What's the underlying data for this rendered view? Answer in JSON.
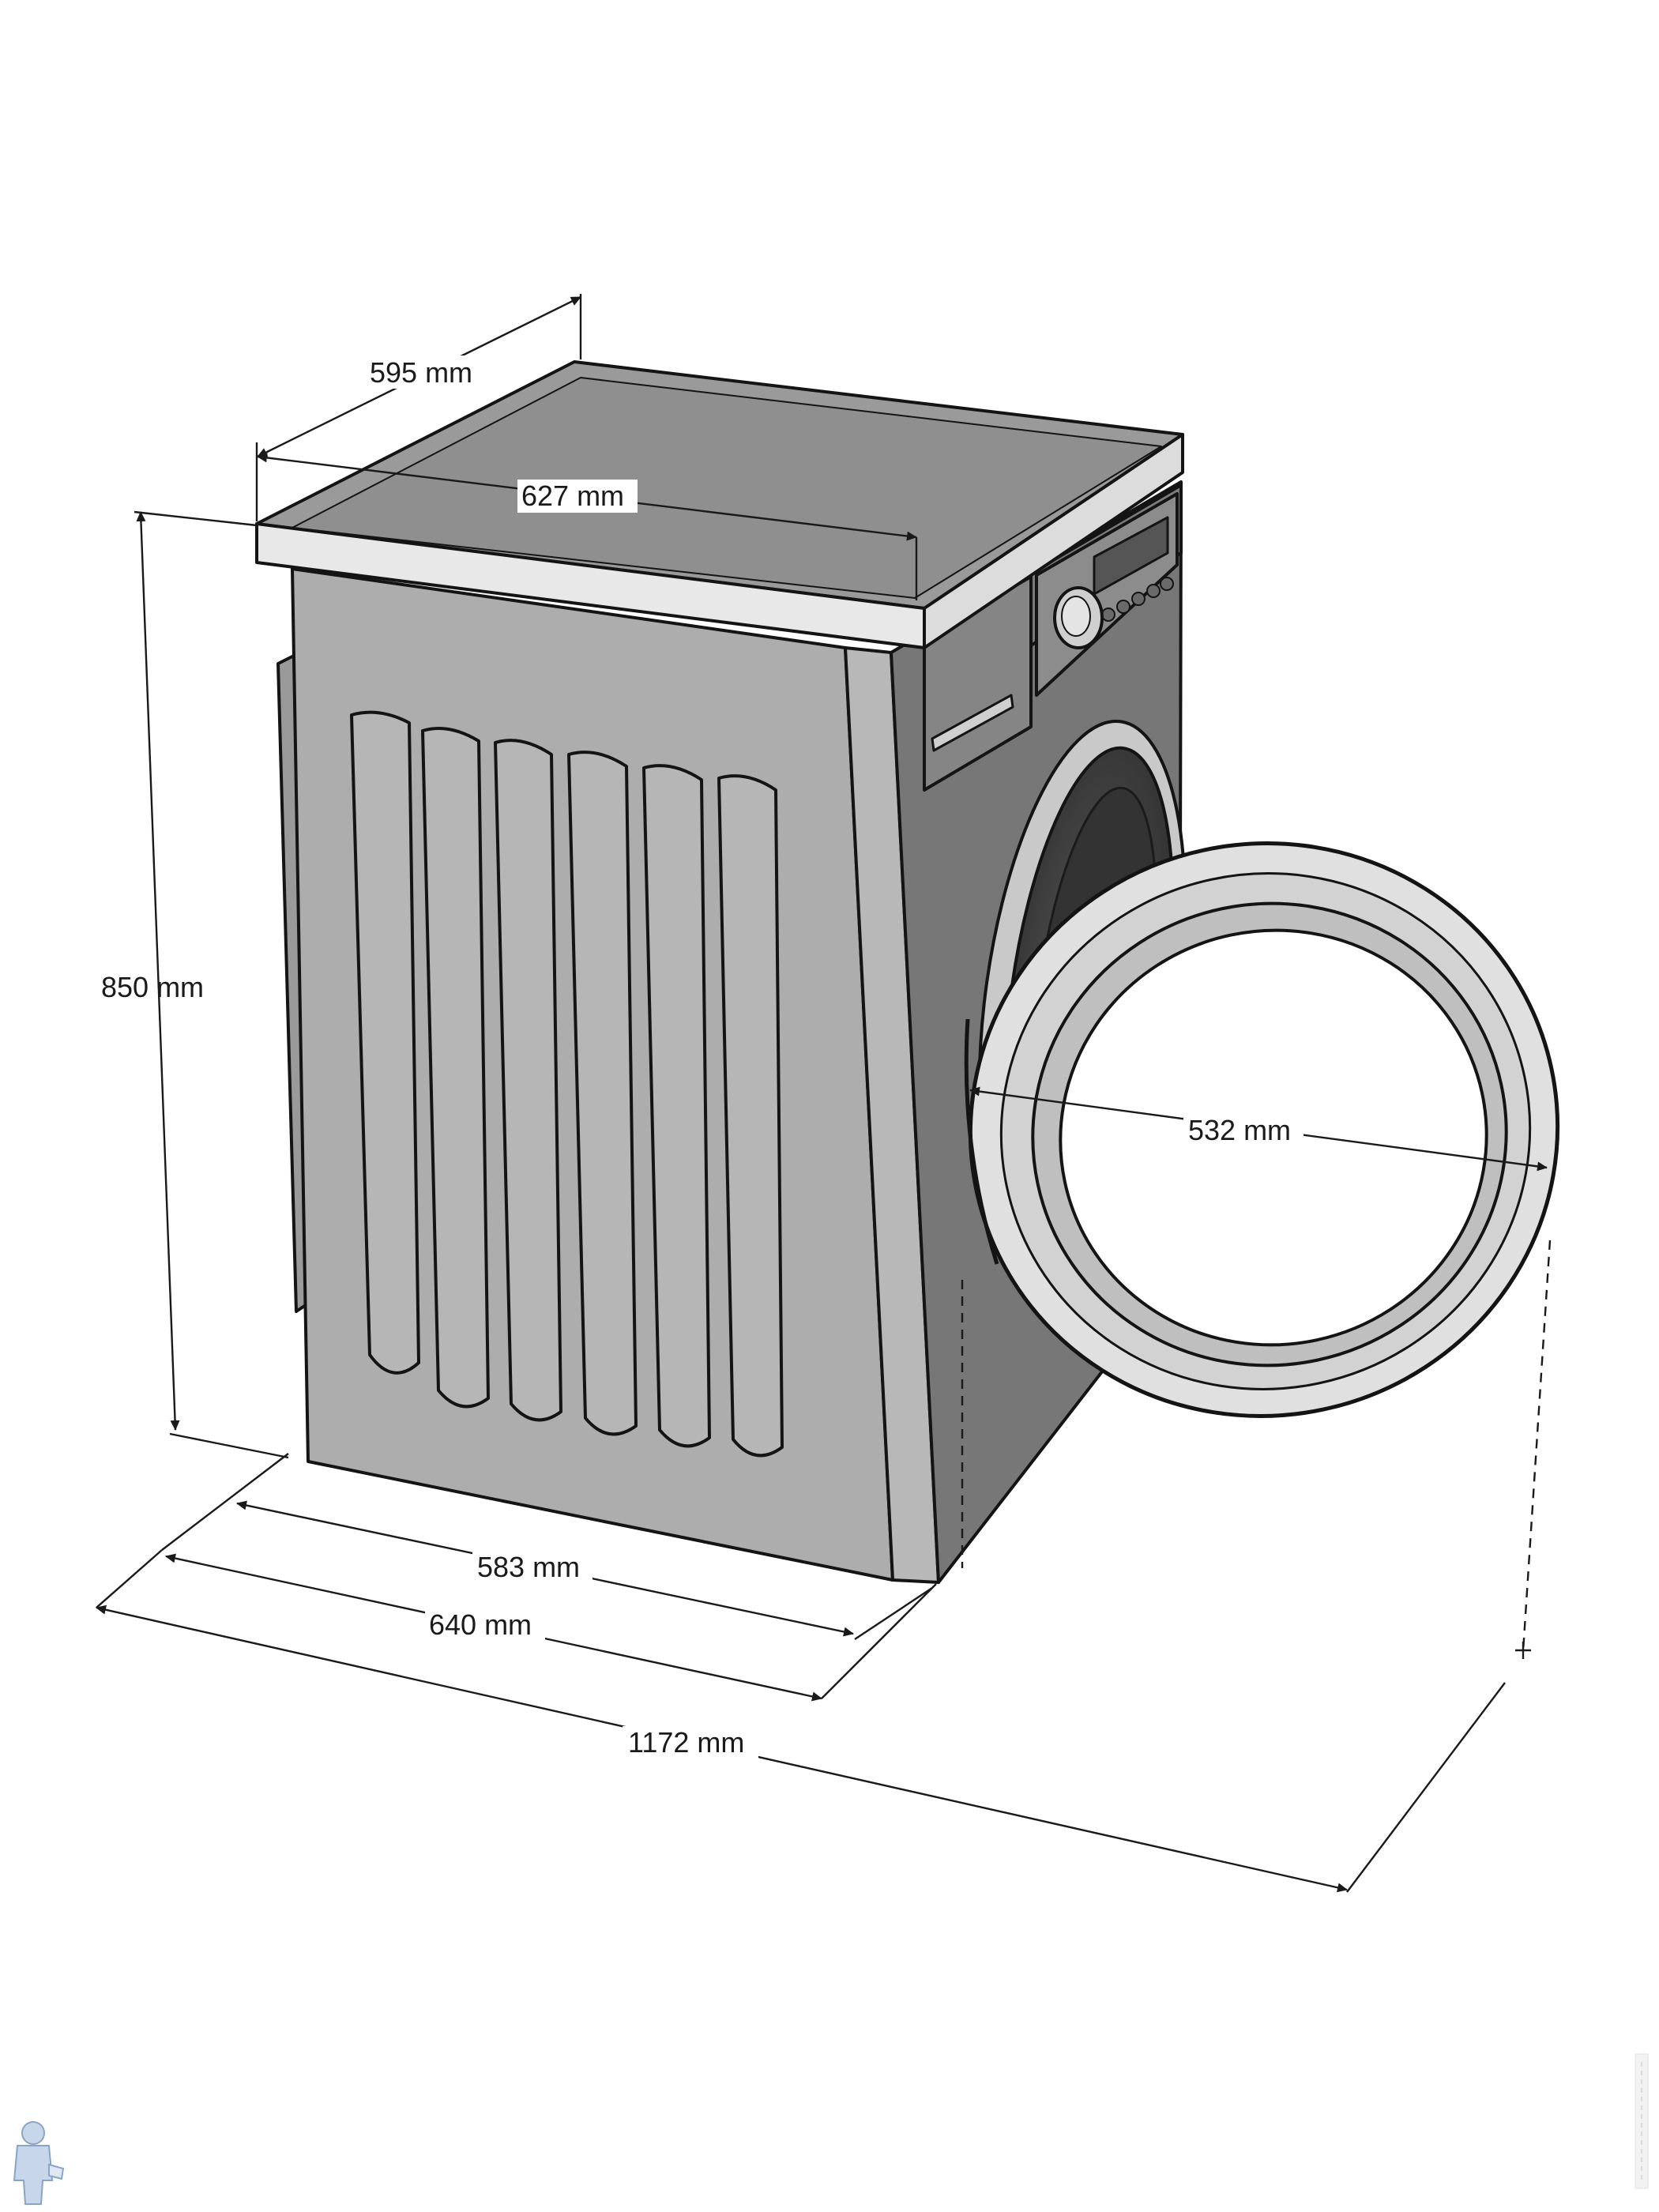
{
  "diagram": {
    "subject": "front-loading washing machine with open door, dimension drawing",
    "colors": {
      "body": "#adadad",
      "body_shade": "#8f8f8f",
      "front": "#777777",
      "top": "#9a9a9a",
      "worktop_rim": "#e8e8e8",
      "drum": "#3e3e3e",
      "door_ring": "#d9d9d9",
      "outline": "#141414",
      "dimension_line": "#1a1a1a"
    },
    "dimensions": {
      "width_top": "595 mm",
      "depth_top": "627 mm",
      "height": "850 mm",
      "depth_bottom": "583 mm",
      "depth_with_front": "640 mm",
      "depth_door_open": "1172 mm",
      "door_diameter": "532 mm"
    },
    "icons": {
      "bottom_left": "plumber-mascot-icon",
      "bottom_right": "watermark-logo-icon"
    }
  }
}
